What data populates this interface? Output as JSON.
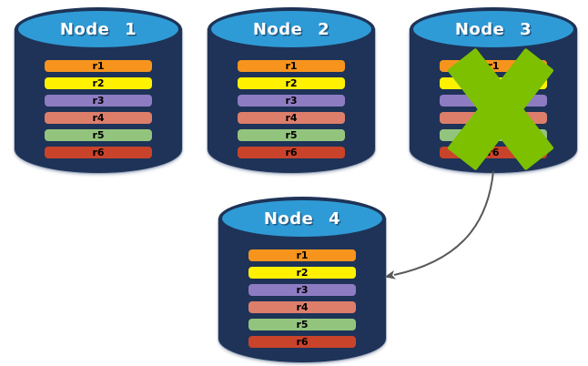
{
  "nodes": [
    {
      "title": "Node 1",
      "rows": [
        "r1",
        "r2",
        "r3",
        "r4",
        "r5",
        "r6"
      ],
      "failed": false
    },
    {
      "title": "Node 2",
      "rows": [
        "r1",
        "r2",
        "r3",
        "r4",
        "r5",
        "r6"
      ],
      "failed": false
    },
    {
      "title": "Node 3",
      "rows": [
        "r1",
        "r2",
        "r3",
        "r4",
        "r5",
        "r6"
      ],
      "failed": true
    },
    {
      "title": "Node 4",
      "rows": [
        "r1",
        "r2",
        "r3",
        "r4",
        "r5",
        "r6"
      ],
      "failed": false
    }
  ],
  "row_colors": [
    "#F7941D",
    "#FFF100",
    "#8E7CC3",
    "#DD7E6B",
    "#93C47D",
    "#C9432B"
  ],
  "colors": {
    "cylinder_body": "#1E3357",
    "cylinder_top": "#2F9BD6",
    "title_text": "#FFFFFF",
    "row_text": "#000000",
    "x_mark": "#7CC000",
    "arrow": "#595959"
  }
}
